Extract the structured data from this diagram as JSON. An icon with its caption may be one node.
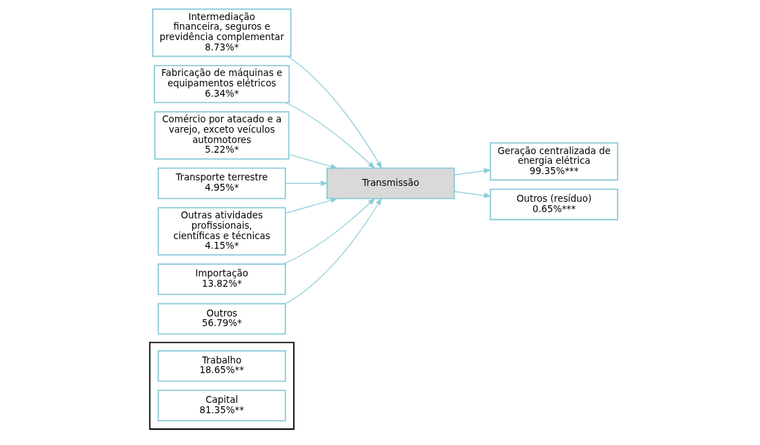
{
  "diagram": {
    "nodes": [
      {
        "text": [],
        "shape": "box"
      },
      {
        "text": [
          "Trabalho",
          "18.65%**"
        ],
        "in": 0
      },
      {
        "text": [
          "Capital",
          "81.35%**"
        ],
        "in": 0
      },
      {
        "text": [
          "Intermediação financeira, seguros e previdência complementar",
          "8.73%*"
        ]
      },
      {
        "text": [
          "Fabricação de máquinas e equipamentos elétricos",
          "6.34%*"
        ]
      },
      {
        "text": [
          "Comércio por atacado e a varejo, exceto veículos automotores",
          "5.22%*"
        ]
      },
      {
        "text": [
          "Transporte terrestre",
          "4.95%*"
        ]
      },
      {
        "text": [
          "Outras atividades profissionais, científicas e técnicas",
          "4.15%*"
        ]
      },
      {
        "text": [
          "Importação",
          "13.82%*"
        ]
      },
      {
        "text": [
          "Outros",
          "56.79%*"
        ]
      },
      {
        "text": [
          "Transmissão"
        ]
      },
      {
        "text": [
          "Geração centralizada de energia elétrica",
          "99.35%***"
        ]
      },
      {
        "text": [
          "Outros (resíduo)",
          "0.65%***"
        ]
      }
    ],
    "edges": [
      {
        "from": 3,
        "to": 10,
        "arrow": "to"
      },
      {
        "from": 4,
        "to": 10,
        "arrow": "to"
      },
      {
        "from": 5,
        "to": 10,
        "arrow": "to"
      },
      {
        "from": 6,
        "to": 10,
        "arrow": "to"
      },
      {
        "from": 7,
        "to": 10,
        "arrow": "to"
      },
      {
        "from": 8,
        "to": 10,
        "arrow": "to"
      },
      {
        "from": 9,
        "to": 10,
        "arrow": "to"
      },
      {
        "from": 10,
        "to": 11,
        "arrow": "to"
      },
      {
        "from": 10,
        "to": 12,
        "arrow": "to"
      }
    ]
  }
}
